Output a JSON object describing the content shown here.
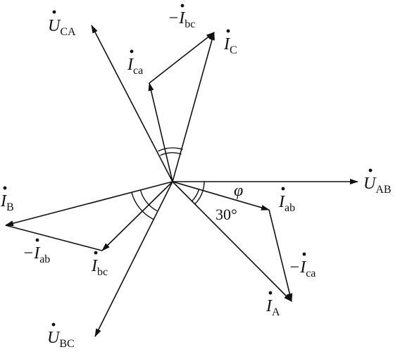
{
  "labels": {
    "U_CA": {
      "main": "U",
      "sub": "CA"
    },
    "U_AB": {
      "main": "U",
      "sub": "AB"
    },
    "U_BC": {
      "main": "U",
      "sub": "BC"
    },
    "I_A": {
      "main": "I",
      "sub": "A"
    },
    "I_B": {
      "main": "I",
      "sub": "B"
    },
    "I_C": {
      "main": "I",
      "sub": "C"
    },
    "I_ab": {
      "main": "I",
      "sub": "ab"
    },
    "I_bc": {
      "main": "I",
      "sub": "bc"
    },
    "I_ca": {
      "main": "I",
      "sub": "ca"
    },
    "neg_I_ab": {
      "prefix": "−",
      "main": "I",
      "sub": "ab"
    },
    "neg_I_bc": {
      "prefix": "−",
      "main": "I",
      "sub": "bc"
    },
    "neg_I_ca": {
      "prefix": "−",
      "main": "I",
      "sub": "ca"
    }
  },
  "annotations": {
    "phi": "φ",
    "angle_30": "30°"
  }
}
